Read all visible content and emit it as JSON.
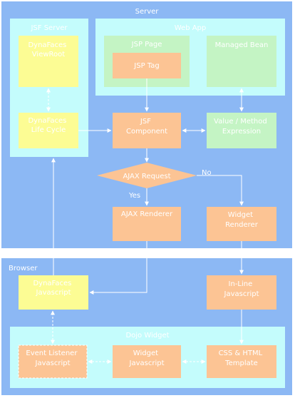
{
  "colors": {
    "panel_blue": "#8cb8f4",
    "container_cyan": "#c4fcfc",
    "node_yellow": "#fcfc94",
    "node_orange": "#fcc494",
    "node_green": "#c4f4c4",
    "connector": "#ffffff",
    "title_text": "#ffffff"
  },
  "sections": {
    "server": "Server",
    "browser": "Browser"
  },
  "containers": {
    "jsf_server": "JSF Server",
    "web_app": "Web App",
    "jsp_page": "JSP Page",
    "dojo_widget": "Dojo Widget"
  },
  "nodes": {
    "dynafaces_viewroot": [
      "DynaFaces",
      "ViewRoot"
    ],
    "managed_bean": [
      "Managed Bean"
    ],
    "jsp_tag": [
      "JSP Tag"
    ],
    "dynafaces_lifecycle": [
      "DynaFaces",
      "Life Cycle"
    ],
    "jsf_component": [
      "JSF",
      "Component"
    ],
    "value_method_expression": [
      "Value / Method",
      "Expression"
    ],
    "ajax_request": [
      "AJAX Request"
    ],
    "ajax_renderer": [
      "AJAX Renderer"
    ],
    "widget_renderer": [
      "Widget",
      "Renderer"
    ],
    "dynafaces_javascript": [
      "DynaFaces",
      "Javascript"
    ],
    "inline_javascript": [
      "In-Line",
      "Javascript"
    ],
    "event_listener_javascript": [
      "Event Listener",
      "Javascript"
    ],
    "widget_javascript": [
      "Widget",
      "Javascript"
    ],
    "css_html_template": [
      "CSS & HTML",
      "Template"
    ]
  },
  "edge_labels": {
    "yes": "Yes",
    "no": "No"
  }
}
